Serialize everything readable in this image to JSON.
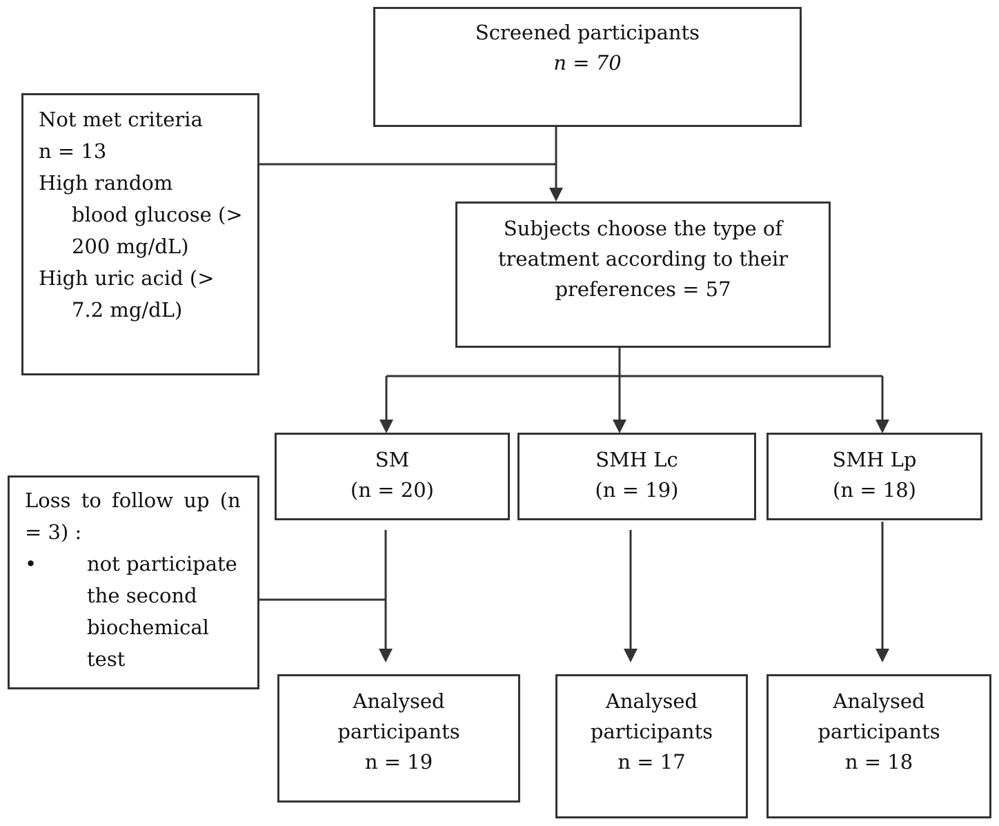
{
  "screened": {
    "title": "Screened participants",
    "count": "n = 70"
  },
  "excluded": {
    "title": "Not met criteria",
    "count": "n = 13",
    "reason1_a": "High random",
    "reason1_b": "blood glucose (>",
    "reason1_c": "200 mg/dL)",
    "reason2_a": "High uric acid (>",
    "reason2_b": "7.2 mg/dL)"
  },
  "choice": {
    "line1": "Subjects choose the type of",
    "line2": "treatment according to their",
    "line3": "preferences = 57"
  },
  "groups": [
    {
      "name": "SM",
      "count": "(n = 20)"
    },
    {
      "name": "SMH Lc",
      "count": "(n = 19)"
    },
    {
      "name": "SMH Lp",
      "count": "(n = 18)"
    }
  ],
  "loss": {
    "line1": "Loss to follow up (n",
    "line2": "= 3) :",
    "bullet": "•",
    "b1": "not participate",
    "b2": "the second",
    "b3": "biochemical",
    "b4": "test"
  },
  "analysed": [
    {
      "l1": "Analysed",
      "l2": "participants",
      "count": "n = 19"
    },
    {
      "l1": "Analysed",
      "l2": "participants",
      "count": "n = 17"
    },
    {
      "l1": "Analysed",
      "l2": "participants",
      "count": "n = 18"
    }
  ]
}
